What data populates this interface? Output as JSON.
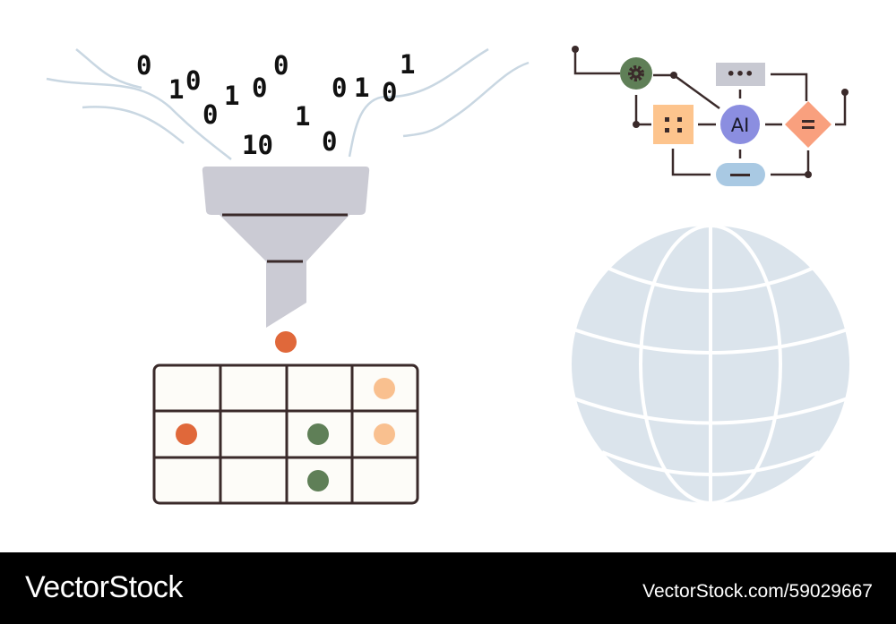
{
  "binary_digits": [
    "0",
    "1",
    "0",
    "0",
    "1",
    "0",
    "0",
    "1",
    "10",
    "0",
    "0",
    "1",
    "0",
    "1"
  ],
  "diagram": {
    "center_label": "AI",
    "dots_label": "•••"
  },
  "colors": {
    "funnel": "#cbcbd4",
    "outline": "#3a2a2a",
    "orange": "#e0683a",
    "peach": "#f9c08f",
    "green": "#5f7f57",
    "globe": "#dbe4ec",
    "ai": "#8b8ee0",
    "diamond": "#f9a07e",
    "square": "#fdc48d",
    "pill": "#a9c9e3",
    "gray_box": "#c8c9d2"
  },
  "watermark": {
    "brand": "VectorStock",
    "url": "VectorStock.com/59029667"
  }
}
